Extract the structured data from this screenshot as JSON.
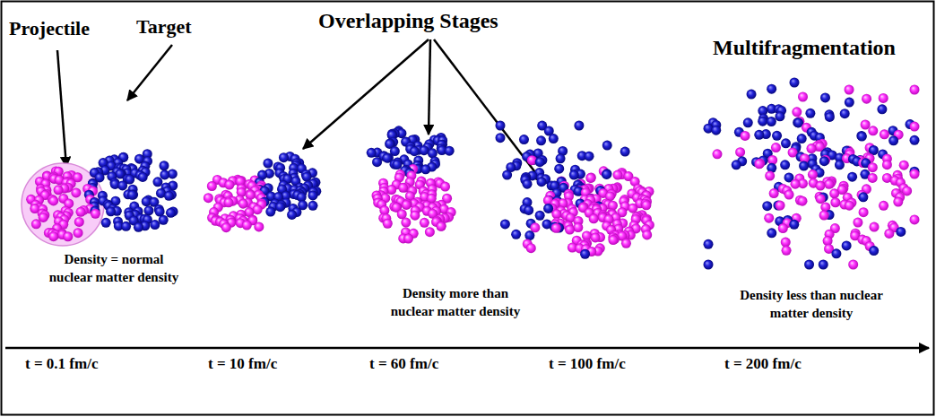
{
  "diagram": {
    "labels": [
      "Projectile",
      "Target",
      "Overlapping Stages",
      "Multifragmentation",
      "Density = normal nuclear matter density",
      "Density more than nuclear matter density",
      "Density less than nuclear matter density",
      "t = 0.1 fm/c",
      "t = 10 fm/c",
      "t = 60 fm/c",
      "t = 100 fm/c",
      "t = 200 fm/c"
    ]
  }
}
